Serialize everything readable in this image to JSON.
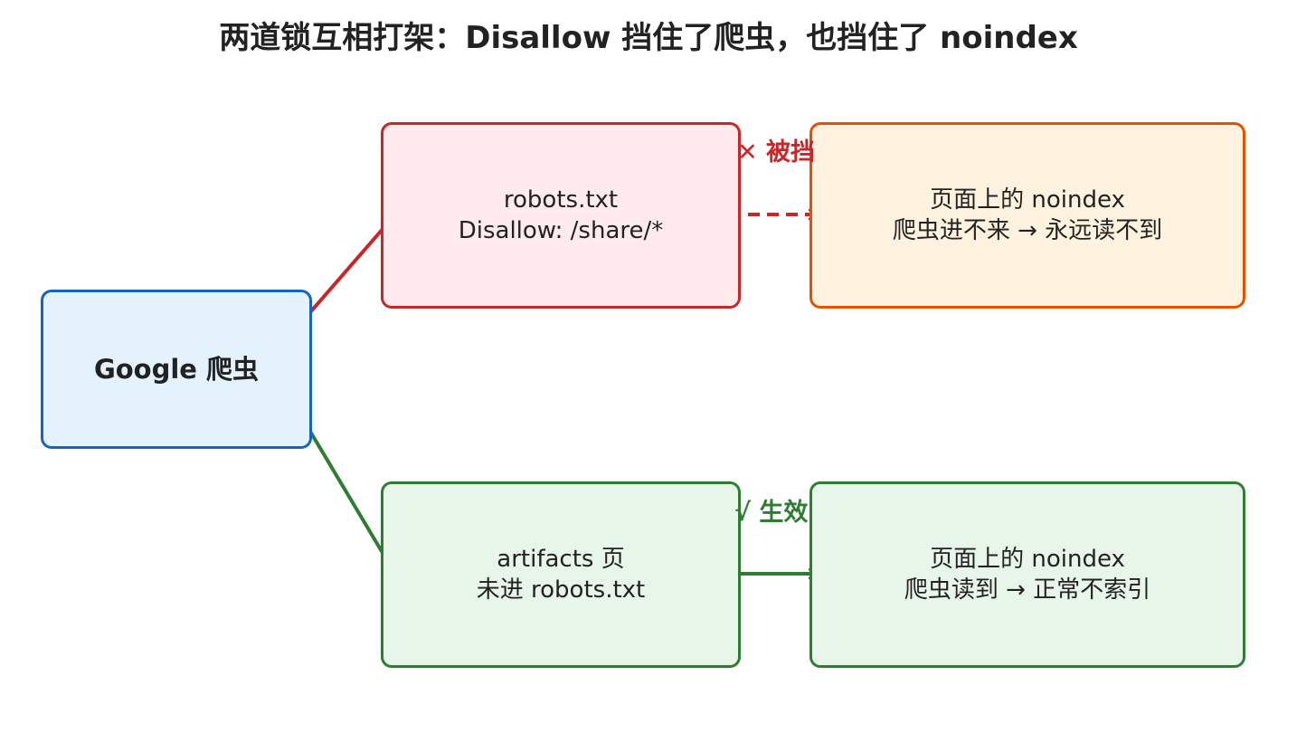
{
  "title": "两道锁互相打架：Disallow 挡住了爬虫，也挡住了 noindex",
  "nodes": {
    "crawler": {
      "label": "Google 爬虫"
    },
    "robots": {
      "line1": "robots.txt",
      "line2": "Disallow: /share/*"
    },
    "blocked_page": {
      "line1": "页面上的 noindex",
      "line2": "爬虫进不来 → 永远读不到"
    },
    "artifacts": {
      "line1": "artifacts 页",
      "line2": "未进 robots.txt"
    },
    "effective_page": {
      "line1": "页面上的 noindex",
      "line2": "爬虫读到 → 正常不索引"
    }
  },
  "edges": {
    "blocked_label": "✕ 被挡",
    "effective_label": "√ 生效"
  },
  "colors": {
    "red": "#c62828",
    "green": "#2e7d32",
    "blue": "#1565c0",
    "orange": "#e65100"
  }
}
